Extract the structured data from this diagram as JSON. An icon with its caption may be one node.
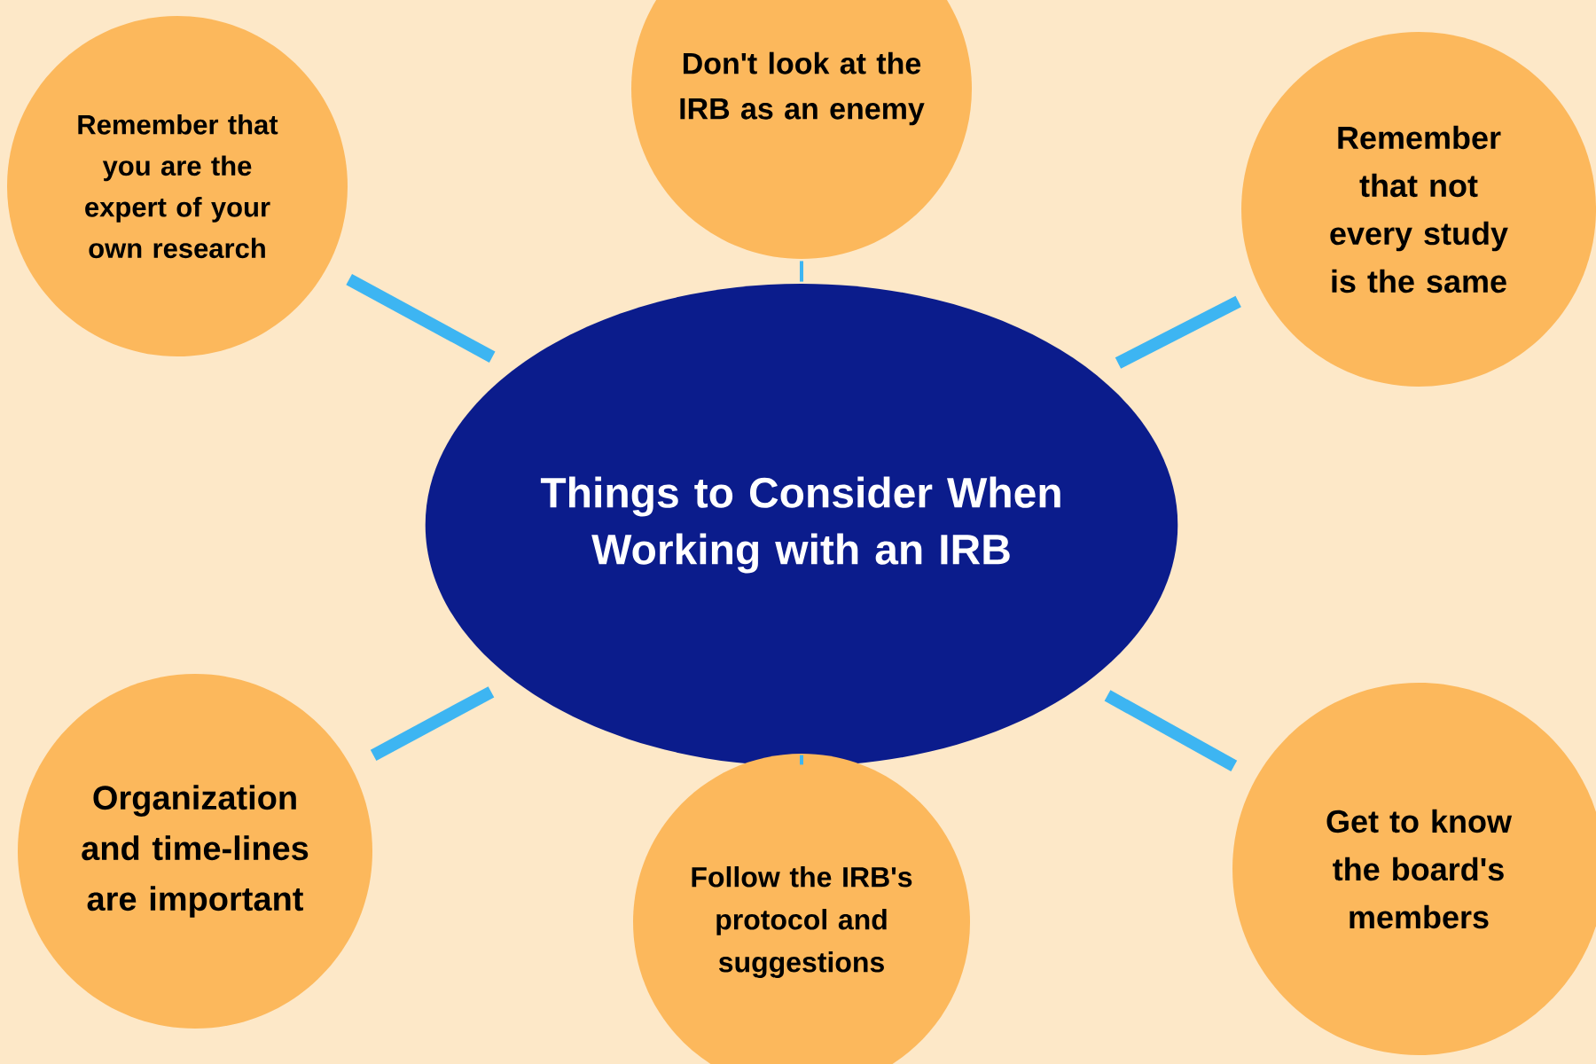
{
  "diagram": {
    "nodes": [
      {
        "text": [
          "Things to Consider When Working with an IRB"
        ]
      },
      {
        "text": [
          "Remember that you are the expert of your own research"
        ]
      },
      {
        "text": [
          "Don't look at the IRB as an enemy"
        ]
      },
      {
        "text": [
          "Remember that not every study is the same"
        ]
      },
      {
        "text": [
          "Organization and time-lines are important"
        ]
      },
      {
        "text": [
          "Follow the IRB's protocol and suggestions"
        ]
      },
      {
        "text": [
          "Get to know the board's members"
        ]
      }
    ],
    "edges": [
      {
        "from": 0,
        "to": 1,
        "arrow": "none"
      },
      {
        "from": 0,
        "to": 2,
        "arrow": "none"
      },
      {
        "from": 0,
        "to": 3,
        "arrow": "none"
      },
      {
        "from": 0,
        "to": 4,
        "arrow": "none"
      },
      {
        "from": 0,
        "to": 5,
        "arrow": "none"
      },
      {
        "from": 0,
        "to": 6,
        "arrow": "none"
      }
    ]
  }
}
